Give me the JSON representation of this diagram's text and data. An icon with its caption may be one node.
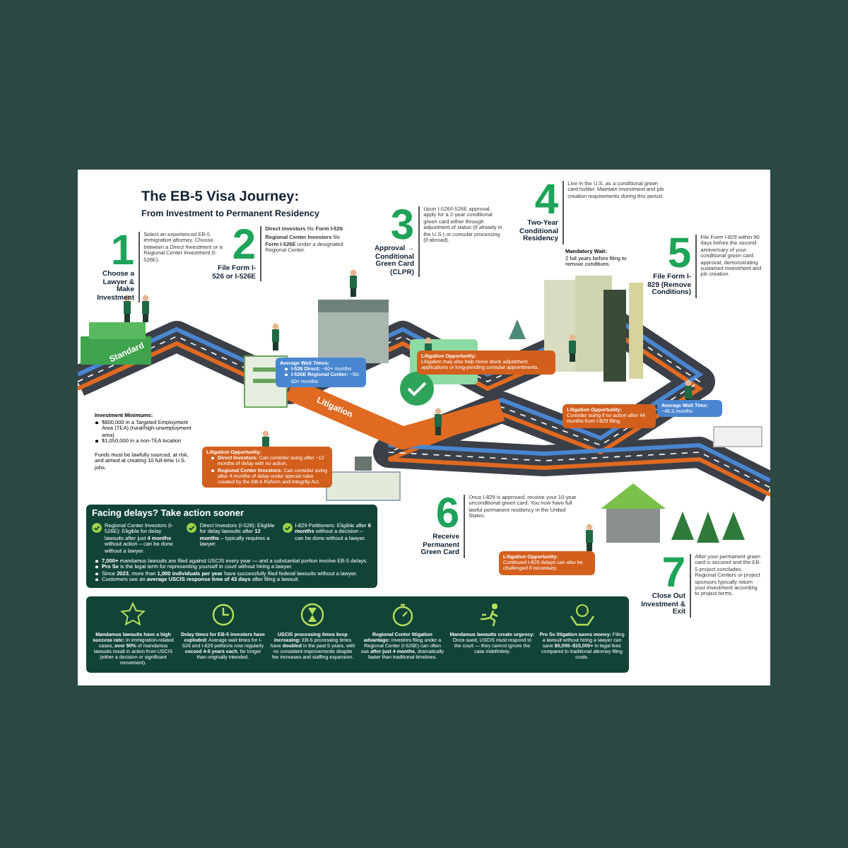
{
  "diagram": {
    "title": "The EB-5 Visa Journey:",
    "nodes": [
      {
        "text": [
          "1",
          "Choose a Lawyer & Make Investment",
          "Select an experienced EB-5 immigration attorney. Choose between a Direct Investment or a Regional Center Investment (I-526E)."
        ]
      },
      {
        "text": [
          "2",
          "File Form I-526 or I-526E",
          "**Direct Investors** file **Form I-526**.",
          "**Regional Center Investors** file **Form I-526E** under a designated Regional Center."
        ]
      },
      {
        "text": [
          "3",
          "Approval → Conditional Green Card (CLPR)",
          "Upon I-526/I-526E approval, apply for a 2-year conditional green card either through adjustment of status (if already in the U.S.) or consular processing (if abroad)."
        ]
      },
      {
        "text": [
          "4",
          "Two-Year Conditional Residency",
          "Live in the U.S. as a conditional green card holder. Maintain investment and job creation requirements during this period."
        ]
      },
      {
        "text": [
          "5",
          "File Form I-829 (Remove Conditions)",
          "File Form I-829 within 90 days before the second anniversary of your conditional green card approval, demonstrating sustained investment and job creation."
        ]
      },
      {
        "text": [
          "6",
          "Receive Permanent Green Card",
          "Once I-829 is approved, receive your 10-year unconditional green card. You now have full lawful permanent residency in the United States."
        ]
      },
      {
        "text": [
          "7",
          "Close Out Investment & Exit",
          "After your permanent green card is secured and the EB-5 project concludes, Regional Centers or project sponsors typically return your investment according to project terms."
        ]
      },
      {
        "text": [
          "Average Wait Times:",
          "**I-526 Direct:** ~60+ months",
          "**I-526E Regional Center:** ~50-60+ months"
        ]
      },
      {
        "text": [
          "Litigation Opportunity:",
          "**Direct Investors:** Can consider suing after ~12 months of delay with no action.",
          "**Regional Center Investors:** Can consider suing after 4 months of delay under special rules created by the EB-5 Reform and Integrity Act."
        ]
      },
      {
        "text": [
          "Litigation Opportunity:",
          "Litigation may also help move stuck adjustment applications or long-pending consular appointments."
        ]
      },
      {
        "text": [
          "Litigation Opportunity:",
          "Consider suing if no action after 44 months from I-829 filing."
        ]
      },
      {
        "text": [
          "Average Wait Time:",
          "~45.5 months"
        ]
      },
      {
        "text": [
          "Litigation Opportunity:",
          "Continued I-829 delays can also be challenged if necessary."
        ]
      },
      {
        "text": [
          "Facing delays? Take action sooner",
          "Regional Center Investors (I-526E): Eligible for delay lawsuits after just **4 months** without action – can be done without a lawyer.",
          "Direct Investors (I-526): Eligible for delay lawsuits after **12 months** – typically requires a lawyer.",
          "I-829 Petitioners: Eligible after **6 months** without a decision – can be done without a lawyer.",
          "**7,000+** mandamus lawsuits are filed against USCIS every year — and a substantial portion involve EB-5 delays.",
          "**Pro Se** is the legal term for representing yourself in court without hiring a lawyer.",
          "Since **2023**, more than **1,000 individuals per year** have successfully filed federal lawsuits without a lawyer.",
          "Customers see an **average USCIS response time of 43 days** after filing a lawsuit."
        ]
      },
      {
        "text": [
          "**Mandamus lawsuits have a high success rate:** In immigration-related cases, **over 90%** of mandamus lawsuits result in action from USCIS (either a decision or significant movement).",
          "**Delay times for EB-5 investors have exploded:** Average wait times for I-526 and I-829 petitions now regularly **exceed 4-5 years each**, far longer than originally intended.",
          "**USCIS processing times keep increasing:** EB-5 processing times have **doubled** in the past 5 years, with no consistent improvements despite fee increases and staffing expansion.",
          "**Regional Center litigation advantage:** Investors filing under a Regional Center (I-526E) can often sue **after just 4 months**, dramatically faster than traditional timelines.",
          "**Mandamus lawsuits create urgency:** Once sued, USCIS must respond to the court — they cannot ignore the case indefinitely.",
          "**Pro Se litigation saves money:** Filing a lawsuit without hiring a lawyer can save **$5,000–$15,000+** in legal fees compared to traditional attorney filing costs."
        ]
      }
    ],
    "labels": [
      "From Investment to Permanent Residency",
      "Mandatory Wait:",
      "2 full years before filing to remove conditions.",
      "Standard",
      "Litigation",
      "Investment Minimums:",
      "$800,000 in a Targeted Employment Area (TEA) (rural/high-unemployment area)",
      "$1,050,000 in a non-TEA location",
      "Funds must be lawfully sourced, at risk, and aimed at creating 10 full-time U.S. jobs."
    ]
  }
}
